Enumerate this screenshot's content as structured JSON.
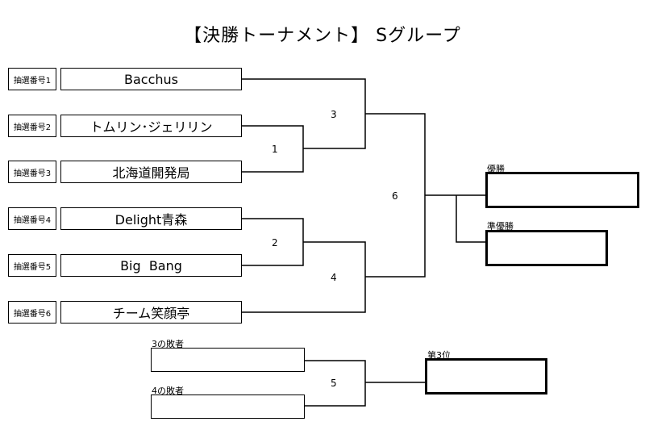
{
  "title": "【決勝トーナメント】 Sグループ",
  "entries": [
    {
      "label": "抽選番号1",
      "team": "Bacchus"
    },
    {
      "label": "抽選番号2",
      "team": "トムリン･ジェリリン"
    },
    {
      "label": "抽選番号3",
      "team": "北海道開発局"
    },
    {
      "label": "抽選番号4",
      "team": "Delight青森"
    },
    {
      "label": "抽選番号5",
      "team": "Big  Bang"
    },
    {
      "label": "抽選番号6",
      "team": "チーム笑顔亭"
    }
  ],
  "match_numbers": [
    "1",
    "2",
    "3",
    "4",
    "5",
    "6"
  ],
  "losers": {
    "first": "3の敗者",
    "second": "4の敗者"
  },
  "results": {
    "winner": "優勝",
    "runner_up": "準優勝",
    "third": "第3位"
  }
}
